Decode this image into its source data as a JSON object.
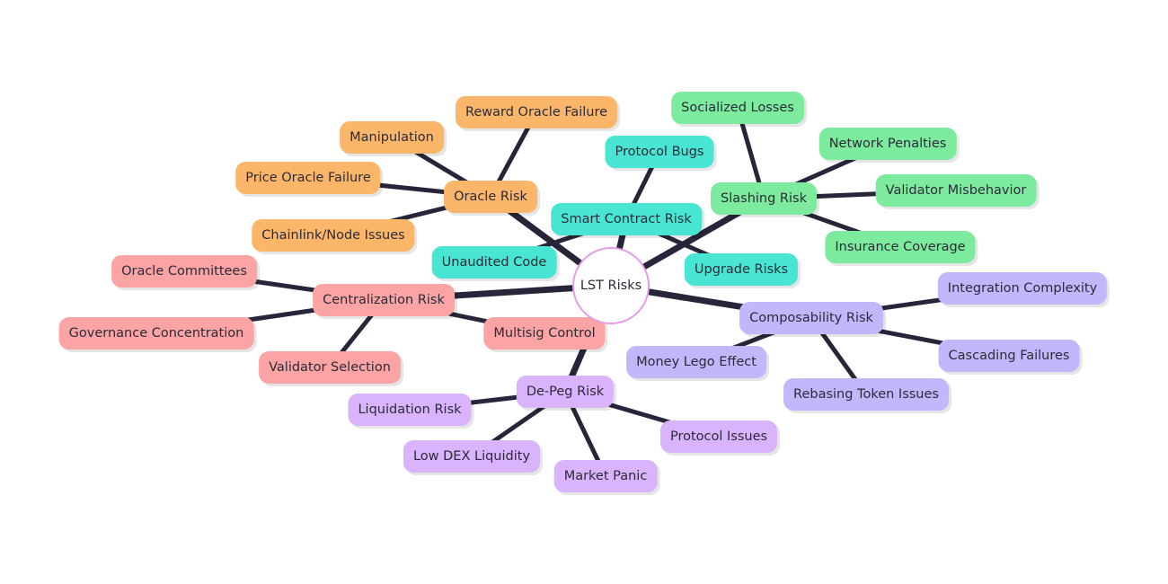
{
  "colors": {
    "oracle": "#fbb669",
    "smart_contract": "#48e5d2",
    "slashing": "#7deb9e",
    "composability": "#c4b6fb",
    "depeg": "#d9b3fb",
    "centralization": "#fca3a3",
    "edge": "#26253a",
    "root_border": "#e59be5"
  },
  "root": {
    "label": "LST Risks"
  },
  "branches": [
    {
      "id": "oracle",
      "label": "Oracle Risk",
      "color": "oracle",
      "children": [
        {
          "id": "oracle-c1",
          "label": "Reward Oracle Failure"
        },
        {
          "id": "oracle-c2",
          "label": "Manipulation"
        },
        {
          "id": "oracle-c3",
          "label": "Price Oracle Failure"
        },
        {
          "id": "oracle-c4",
          "label": "Chainlink/Node Issues"
        }
      ]
    },
    {
      "id": "smart",
      "label": "Smart Contract Risk",
      "color": "smart_contract",
      "children": [
        {
          "id": "smart-c1",
          "label": "Protocol Bugs"
        },
        {
          "id": "smart-c2",
          "label": "Unaudited Code"
        },
        {
          "id": "smart-c3",
          "label": "Upgrade Risks"
        }
      ]
    },
    {
      "id": "slash",
      "label": "Slashing Risk",
      "color": "slashing",
      "children": [
        {
          "id": "slash-c1",
          "label": "Socialized Losses"
        },
        {
          "id": "slash-c2",
          "label": "Network Penalties"
        },
        {
          "id": "slash-c3",
          "label": "Validator Misbehavior"
        },
        {
          "id": "slash-c4",
          "label": "Insurance Coverage"
        }
      ]
    },
    {
      "id": "comp",
      "label": "Composability Risk",
      "color": "composability",
      "children": [
        {
          "id": "comp-c1",
          "label": "Integration Complexity"
        },
        {
          "id": "comp-c2",
          "label": "Cascading Failures"
        },
        {
          "id": "comp-c3",
          "label": "Rebasing Token Issues"
        },
        {
          "id": "comp-c4",
          "label": "Money Lego Effect"
        }
      ]
    },
    {
      "id": "depeg",
      "label": "De-Peg Risk",
      "color": "depeg",
      "children": [
        {
          "id": "depeg-c1",
          "label": "Liquidation Risk"
        },
        {
          "id": "depeg-c2",
          "label": "Low DEX Liquidity"
        },
        {
          "id": "depeg-c3",
          "label": "Market Panic"
        },
        {
          "id": "depeg-c4",
          "label": "Protocol Issues"
        }
      ]
    },
    {
      "id": "central",
      "label": "Centralization Risk",
      "color": "centralization",
      "children": [
        {
          "id": "central-c1",
          "label": "Oracle Committees"
        },
        {
          "id": "central-c2",
          "label": "Governance Concentration"
        },
        {
          "id": "central-c3",
          "label": "Validator Selection"
        },
        {
          "id": "central-c4",
          "label": "Multisig Control"
        }
      ]
    }
  ]
}
